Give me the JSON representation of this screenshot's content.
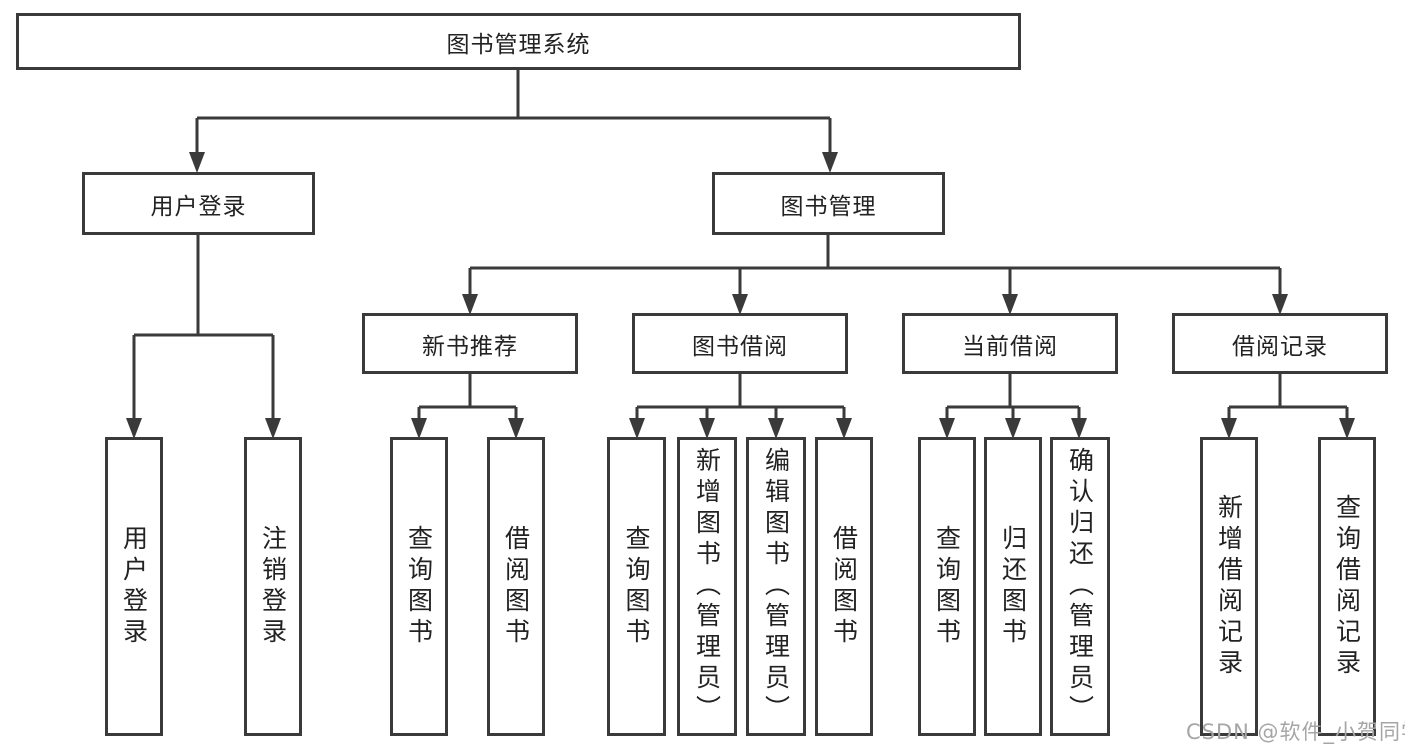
{
  "diagram": {
    "title": "图书管理系统",
    "root": {
      "label": "图书管理系统"
    },
    "level2": {
      "user_login": {
        "label": "用户登录"
      },
      "book_mgmt": {
        "label": "图书管理"
      }
    },
    "level3": {
      "new_books": {
        "label": "新书推荐"
      },
      "book_borrow": {
        "label": "图书借阅"
      },
      "current_borrow": {
        "label": "当前借阅"
      },
      "borrow_records": {
        "label": "借阅记录"
      }
    },
    "leaves": {
      "user_login": [
        "用户登录",
        "注销登录"
      ],
      "new_books": [
        "查询图书",
        "借阅图书"
      ],
      "book_borrow": [
        "查询图书",
        "新增图书（管理员）",
        "编辑图书（管理员）",
        "借阅图书"
      ],
      "current_borrow": [
        "查询图书",
        "归还图书",
        "确认归还（管理员）"
      ],
      "borrow_records": [
        "新增借阅记录",
        "查询借阅记录"
      ]
    },
    "watermark": "CSDN @软件_小贺同学",
    "colors": {
      "line": "#3a3a3a",
      "box_border": "#3a3a3a",
      "text": "#222222",
      "background": "#ffffff",
      "watermark": "#a6a6a6"
    }
  }
}
